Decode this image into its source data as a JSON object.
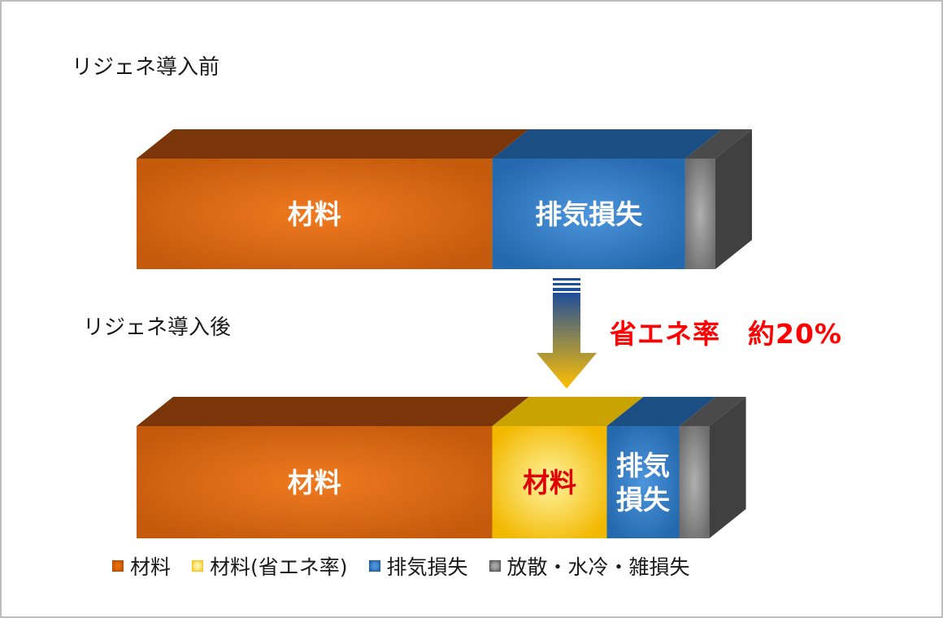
{
  "chart_data": {
    "type": "bar",
    "orientation": "horizontal-stacked-3d",
    "categories": [
      "リジェネ導入前",
      "リジェネ導入後"
    ],
    "series": [
      {
        "name": "材料",
        "color": "#d2691e",
        "values": [
          59,
          59
        ],
        "labels": [
          "材料",
          "材料"
        ]
      },
      {
        "name": "材料(省エネ率)",
        "color": "#f5c518",
        "values": [
          0,
          19
        ],
        "labels": [
          "",
          "材料"
        ]
      },
      {
        "name": "排気損失",
        "color": "#2e75b6",
        "values": [
          32,
          12
        ],
        "labels": [
          "排気損失",
          "排気\n損失"
        ]
      },
      {
        "name": "放散・水冷・雑損失",
        "color": "#7f7f7f",
        "values": [
          5,
          5
        ],
        "labels": [
          "",
          ""
        ]
      }
    ],
    "annotation": "省エネ率　約20%",
    "legend_position": "bottom",
    "grid": false
  },
  "texts": {
    "before_title": "リジェネ導入前",
    "after_title": "リジェネ導入後",
    "saving": "省エネ率　約20%"
  },
  "legend": [
    {
      "label": "材料",
      "color": "#c0504d",
      "icon": "orange-square"
    },
    {
      "label": "材料(省エネ率)",
      "color": "#ffd966",
      "icon": "yellow-square"
    },
    {
      "label": "排気損失",
      "color": "#2e75b6",
      "icon": "blue-square"
    },
    {
      "label": "放散・水冷・雑損失",
      "color": "#7f7f7f",
      "icon": "gray-square"
    }
  ],
  "colors": {
    "arrow_top": "#1f4e9a",
    "arrow_bottom": "#ffc000",
    "saving_text": "#ff0000"
  }
}
